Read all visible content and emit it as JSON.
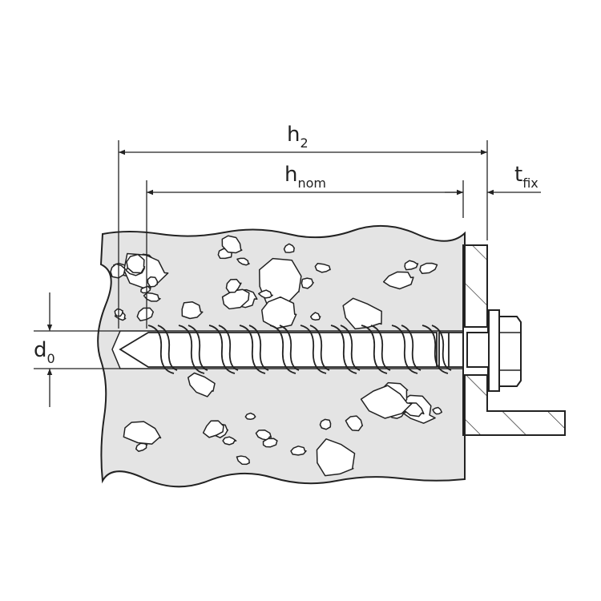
{
  "diagram": {
    "labels": {
      "h2_main": "h",
      "h2_sub": "2",
      "hnom_main": "h",
      "hnom_sub": "nom",
      "tfix_main": "t",
      "tfix_sub": "fix",
      "d0_main": "d",
      "d0_sub": "0"
    },
    "colors": {
      "concrete": "#e4e4e4",
      "line": "#222222",
      "stone": "#ffffff"
    }
  }
}
